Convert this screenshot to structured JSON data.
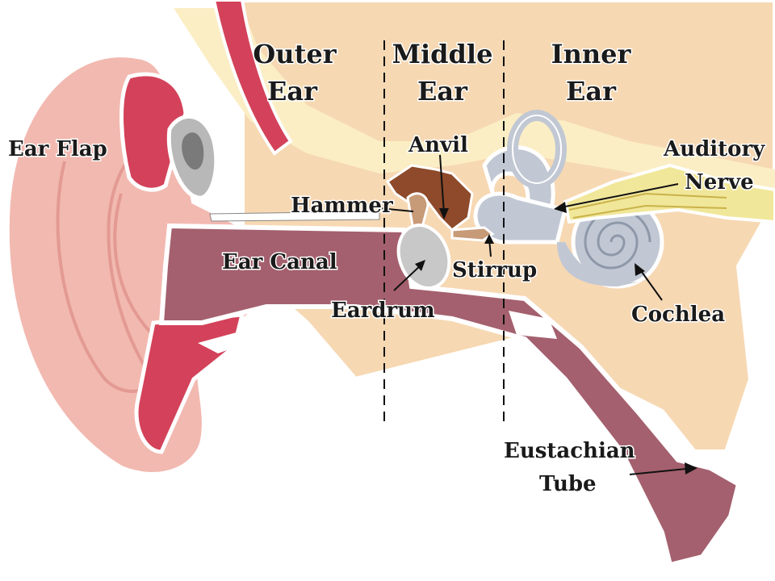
{
  "sections": {
    "outer": [
      "Outer",
      "Ear"
    ],
    "middle": [
      "Middle",
      "Ear"
    ],
    "inner": [
      "Inner",
      "Ear"
    ]
  },
  "labels": {
    "ear_flap": "Ear Flap",
    "anvil": "Anvil",
    "auditory": "Auditory",
    "nerve": "Nerve",
    "hammer": "Hammer",
    "ear_canal": "Ear Canal",
    "stirrup": "Stirrup",
    "eardrum": "Eardrum",
    "cochlea": "Cochlea",
    "eustachian_1": "Eustachian",
    "eustachian_2": "Tube"
  },
  "colors": {
    "skin": "#f2b9b0",
    "skin_dark": "#e39a93",
    "cartilage": "#d3425a",
    "bone_tissue": "#f6d8b3",
    "tissue_pale": "#fbeec5",
    "canal": "#a4606e",
    "ossicles": "#8e4a2a",
    "cochlea": "#c1c8d4",
    "nerve": "#f1e79a",
    "eardrum": "#c8c8c8"
  }
}
